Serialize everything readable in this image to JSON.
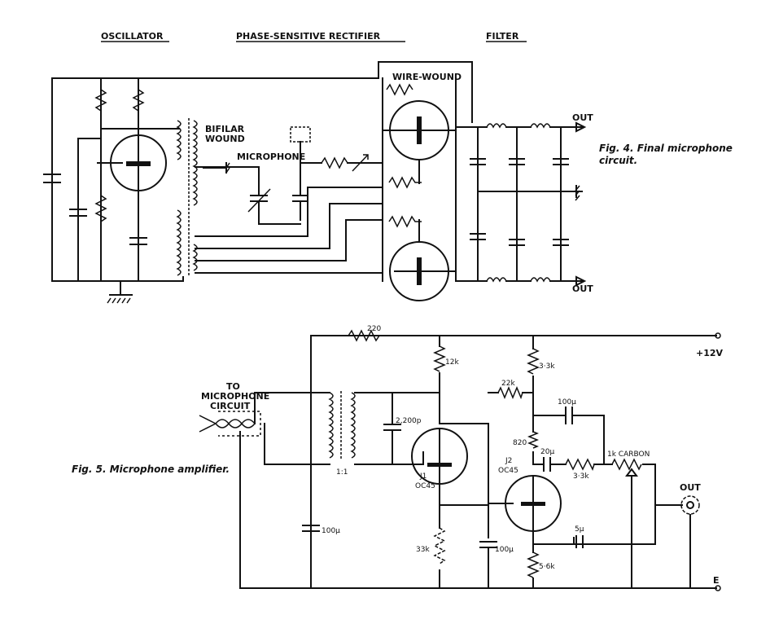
{
  "fig4": {
    "sections": {
      "oscillator": "OSCILLATOR",
      "rectifier": "PHASE-SENSITIVE RECTIFIER",
      "filter": "FILTER"
    },
    "labels": {
      "wire_wound": "WIRE-WOUND",
      "bifilar": "BIFILAR",
      "wound": "WOUND",
      "microphone": "MICROPHONE",
      "out_top": "OUT",
      "out_bottom": "OUT"
    },
    "caption_line1": "Fig. 4.  Final microphone",
    "caption_line2": "circuit."
  },
  "fig5": {
    "caption": "Fig. 5.  Microphone amplifier.",
    "to_line1": "TO",
    "to_line2": "MICROPHONE",
    "to_line3": "CIRCUIT",
    "supply": "+12V",
    "earth": "E",
    "out": "OUT",
    "ratio": "1:1",
    "components": {
      "r220": "220",
      "r12k": "12k",
      "r33k_top": "3·3k",
      "r22k": "22k",
      "c100_top": "100µ",
      "c2200": "2,200p",
      "r820": "820",
      "c20": "20µ",
      "r33k_mid": "3·3k",
      "pot": "1k CARBON",
      "j1": "J1",
      "j1_type": "OC45",
      "j2": "J2",
      "j2_type": "OC45",
      "c100_left": "100µ",
      "r33k_bottom": "33k",
      "c100_mid": "100µ",
      "c5": "5µ",
      "r56k": "5·6k"
    }
  }
}
